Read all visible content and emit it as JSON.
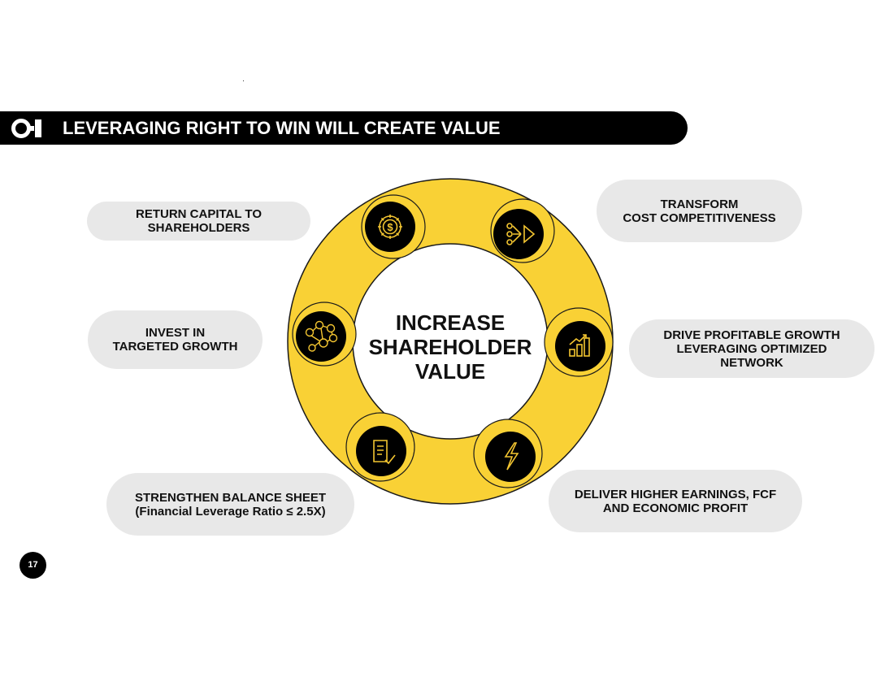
{
  "header": {
    "title": "LEVERAGING RIGHT TO WIN WILL CREATE VALUE",
    "logo": "O-I logo"
  },
  "center": {
    "lines": [
      "INCREASE",
      "SHAREHOLDER",
      "VALUE"
    ]
  },
  "pillars": [
    {
      "lines": [
        "RETURN CAPITAL TO",
        "SHAREHOLDERS"
      ],
      "icon": "dollar-gear-icon"
    },
    {
      "lines": [
        "TRANSFORM",
        "COST COMPETITIVENESS"
      ],
      "icon": "funnel-arrow-icon"
    },
    {
      "lines": [
        "INVEST IN",
        "TARGETED GROWTH"
      ],
      "icon": "network-icon"
    },
    {
      "lines": [
        "DRIVE PROFITABLE GROWTH",
        "LEVERAGING OPTIMIZED",
        "NETWORK"
      ],
      "icon": "growth-chart-icon"
    },
    {
      "lines": [
        "STRENGTHEN BALANCE SHEET",
        "(Financial Leverage Ratio ≤ 2.5X)"
      ],
      "icon": "document-check-icon"
    },
    {
      "lines": [
        "DELIVER HIGHER EARNINGS, FCF",
        "AND ECONOMIC PROFIT"
      ],
      "icon": "lightning-icon"
    }
  ],
  "page_number": "17",
  "colors": {
    "ring": "#f9d135",
    "icon_bg": "#000000",
    "icon_line": "#f3c531",
    "pill": "#e8e8e8",
    "header": "#000000"
  }
}
